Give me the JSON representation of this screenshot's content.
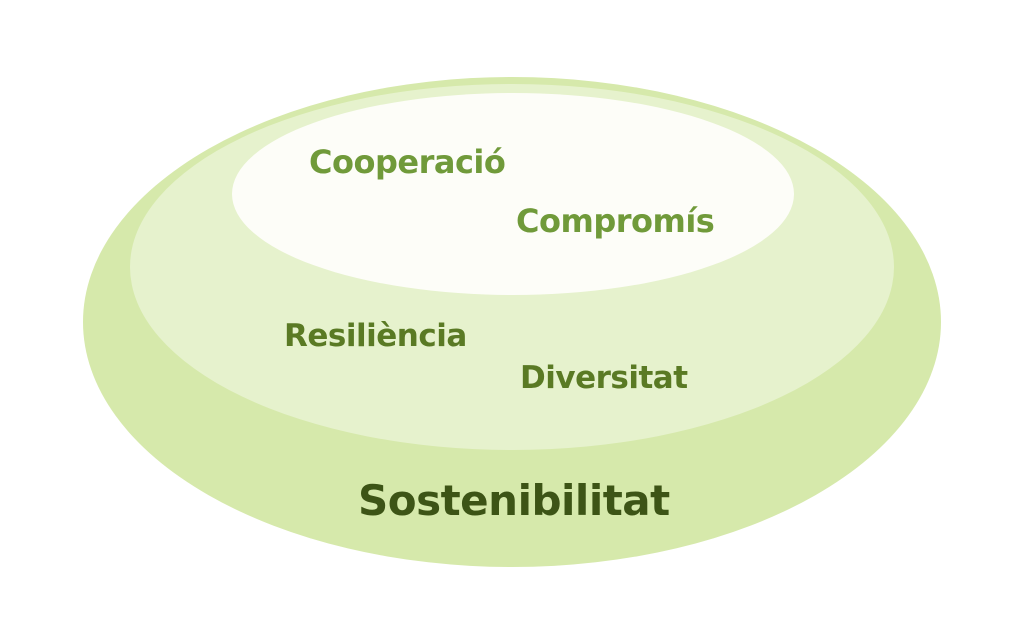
{
  "colors": {
    "outer": "#d6e9ab",
    "middle": "#e6f2cd",
    "inner": "#fdfdf8",
    "text_light": "#709a3a",
    "text_mid": "#5a7a24",
    "text_dark": "#3d5416"
  },
  "layers": {
    "outer": {
      "label": "Sostenibilitat"
    },
    "middle": {
      "labels": [
        "Resiliència",
        "Diversitat"
      ]
    },
    "inner": {
      "labels": [
        "Cooperació",
        "Compromís"
      ]
    }
  }
}
